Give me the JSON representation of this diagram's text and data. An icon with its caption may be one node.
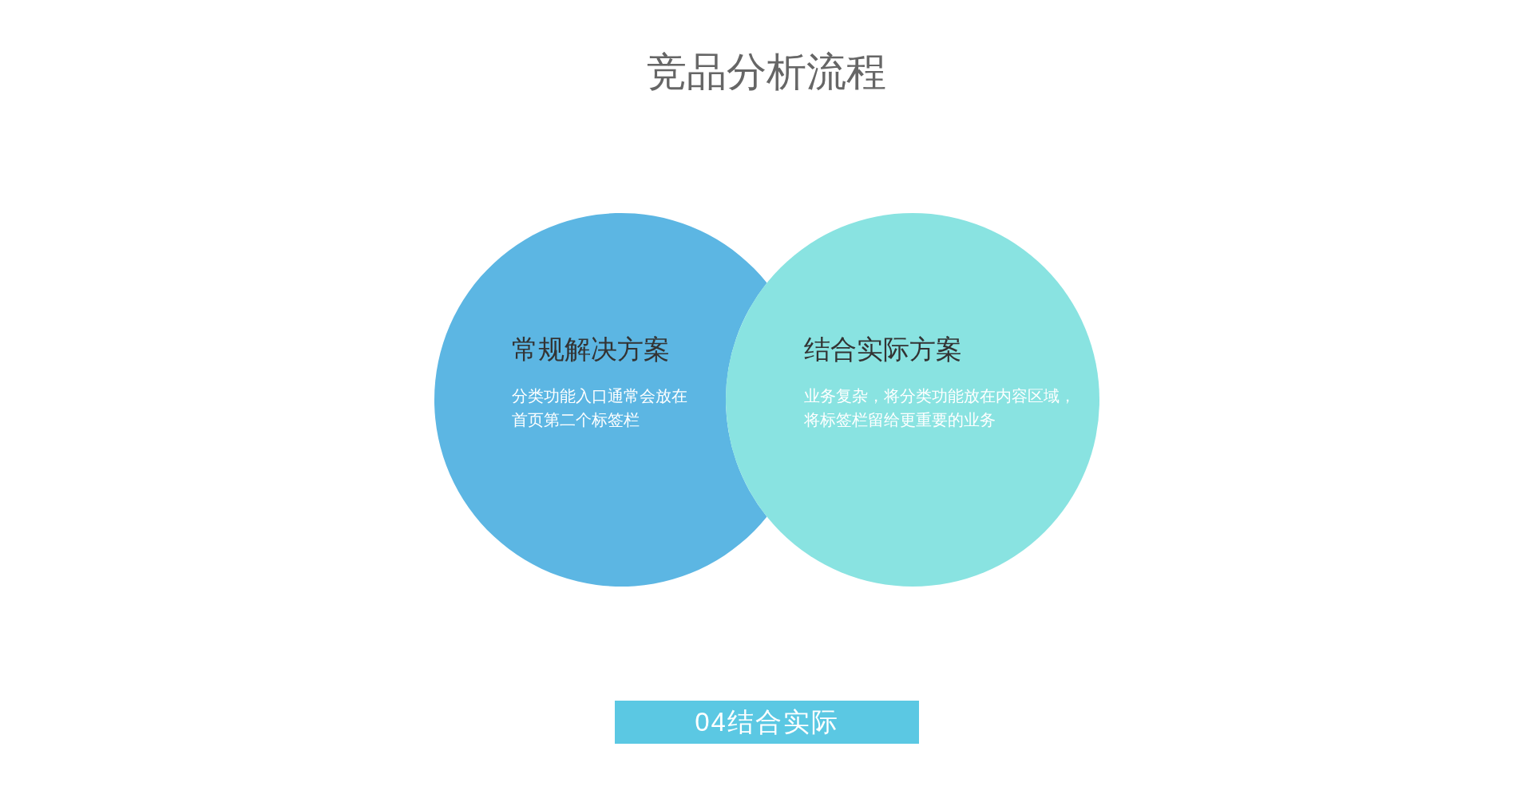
{
  "diagram": {
    "title": "竞品分析流程",
    "nodes": [
      {
        "text": [
          "常规解决方案",
          "分类功能入口通常会放在首页第二个标签栏"
        ]
      },
      {
        "text": [
          "结合实际方案",
          "业务复杂，将分类功能放在内容区域，将标签栏留给更重要的业务"
        ]
      },
      {
        "text": [
          "04结合实际"
        ]
      }
    ]
  }
}
